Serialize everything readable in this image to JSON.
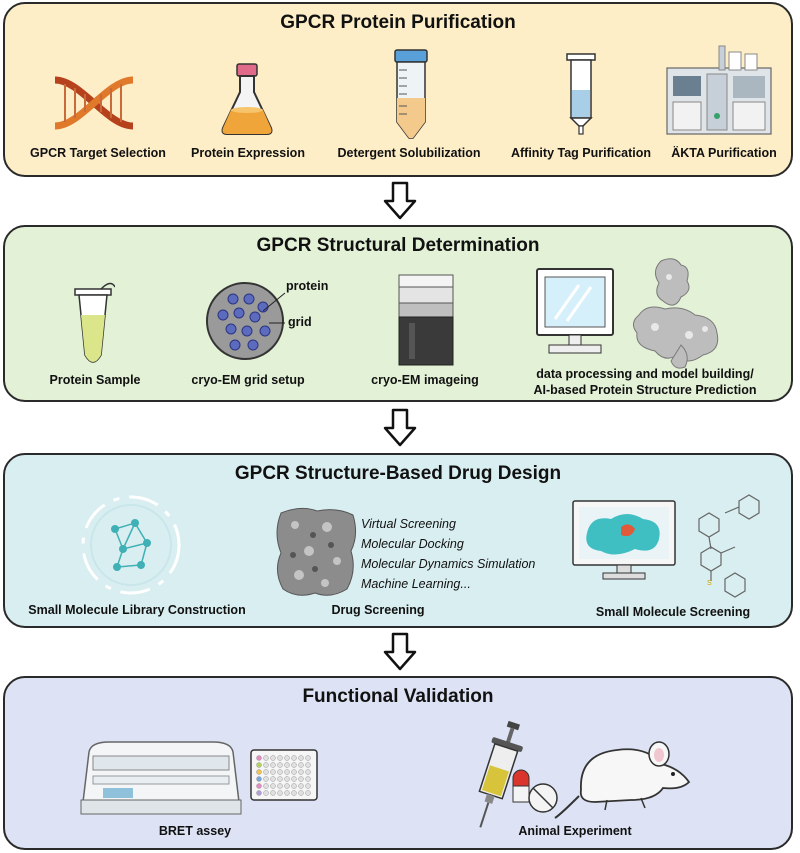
{
  "panels": [
    {
      "title": "GPCR Protein Purification",
      "color": "#fdeec7",
      "steps": [
        "GPCR Target Selection",
        "Protein Expression",
        "Detergent Solubilization",
        "Affinity Tag Purification",
        "ÄKTA Purification"
      ]
    },
    {
      "title": "GPCR Structural Determination",
      "color": "#e3f1d7",
      "steps": [
        "Protein Sample",
        "cryo-EM grid setup",
        "cryo-EM imageing"
      ],
      "grid_labels": {
        "protein": "protein",
        "grid": "grid"
      },
      "processing_lines": [
        "data processing and model building/",
        "AI-based Protein Structure Prediction"
      ]
    },
    {
      "title": "GPCR Structure-Based Drug Design",
      "color": "#d9eef0",
      "steps": [
        "Small Molecule Library Construction",
        "Drug Screening",
        "Small Molecule Screening"
      ],
      "methods": [
        "Virtual Screening",
        "Molecular Docking",
        "Molecular Dynamics Simulation",
        "Machine Learning..."
      ]
    },
    {
      "title": "Functional Validation",
      "color": "#dde3f4",
      "steps": [
        "BRET assey",
        "Animal Experiment"
      ]
    }
  ],
  "icons": [
    "dna-icon",
    "flask-icon",
    "centrifuge-tube-icon",
    "column-icon",
    "akta-instrument-icon",
    "microtube-icon",
    "em-grid-icon",
    "microscope-icon",
    "monitor-icon",
    "protein-density-icon",
    "network-icon",
    "protein-surface-icon",
    "docking-monitor-icon",
    "molecule-structure-icon",
    "plate-reader-icon",
    "well-plate-icon",
    "syringe-icon",
    "pills-icon",
    "mouse-icon",
    "down-arrow-icon"
  ]
}
